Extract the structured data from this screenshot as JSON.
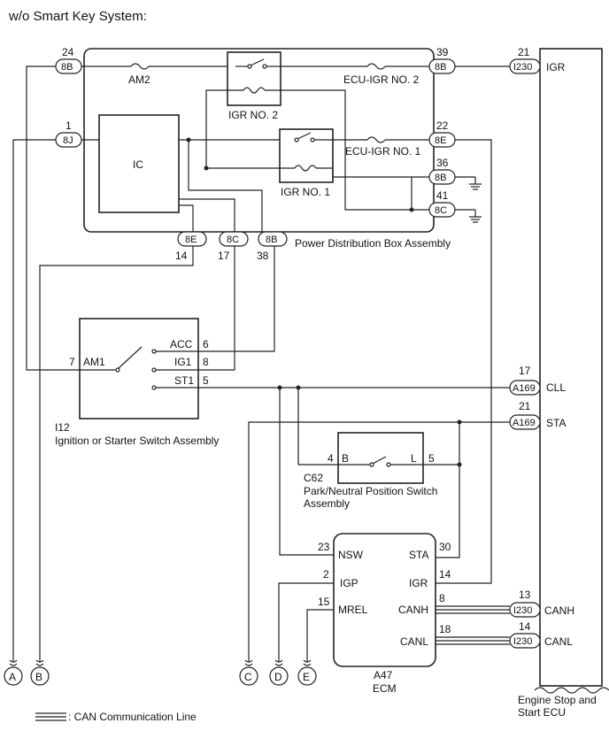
{
  "title": "w/o Smart Key System:",
  "pdb": {
    "name": "Power Distribution Box Assembly",
    "ic": "IC",
    "am2": "AM2",
    "igr_no2": "IGR NO. 2",
    "igr_no1": "IGR NO. 1",
    "ecu_igr_no2": "ECU-IGR NO. 2",
    "ecu_igr_no1": "ECU-IGR NO. 1",
    "left_top": {
      "pin": "24",
      "conn": "8B"
    },
    "left_mid": {
      "pin": "1",
      "conn": "8J"
    },
    "right_1": {
      "pin": "39",
      "conn": "8B"
    },
    "right_2": {
      "pin": "22",
      "conn": "8E"
    },
    "right_3": {
      "pin": "36",
      "conn": "8B"
    },
    "right_4": {
      "pin": "41",
      "conn": "8C"
    },
    "bottom_1": {
      "pin": "14",
      "conn": "8E"
    },
    "bottom_2": {
      "pin": "17",
      "conn": "8C"
    },
    "bottom_3": {
      "pin": "38",
      "conn": "8B"
    }
  },
  "ign_switch": {
    "code": "I12",
    "name": "Ignition or Starter Switch Assembly",
    "am1_pin": "7",
    "am1": "AM1",
    "acc": "ACC",
    "acc_pin": "6",
    "ig1": "IG1",
    "ig1_pin": "8",
    "st1": "ST1",
    "st1_pin": "5"
  },
  "pnp": {
    "code": "C62",
    "name_line1": "Park/Neutral Position Switch",
    "name_line2": "Assembly",
    "b_pin": "4",
    "b": "B",
    "l": "L",
    "l_pin": "5"
  },
  "ecm": {
    "code": "A47",
    "name": "ECM",
    "nsw_pin": "23",
    "nsw": "NSW",
    "igp_pin": "2",
    "igp": "IGP",
    "mrel_pin": "15",
    "mrel": "MREL",
    "sta_pin": "30",
    "sta": "STA",
    "igr_pin": "14",
    "igr": "IGR",
    "canh_pin": "8",
    "canh": "CANH",
    "canl_pin": "18",
    "canl": "CANL"
  },
  "engine_ecu": {
    "name_line1": "Engine Stop and",
    "name_line2": "Start ECU",
    "igr": {
      "pin": "21",
      "conn": "I230",
      "label": "IGR"
    },
    "cll": {
      "pin": "17",
      "conn": "A169",
      "label": "CLL"
    },
    "sta": {
      "pin": "21",
      "conn": "A169",
      "label": "STA"
    },
    "canh": {
      "pin": "13",
      "conn": "I230",
      "label": "CANH"
    },
    "canl": {
      "pin": "14",
      "conn": "I230",
      "label": "CANL"
    }
  },
  "terminals": [
    "A",
    "B",
    "C",
    "D",
    "E"
  ],
  "legend": ": CAN Communication Line"
}
